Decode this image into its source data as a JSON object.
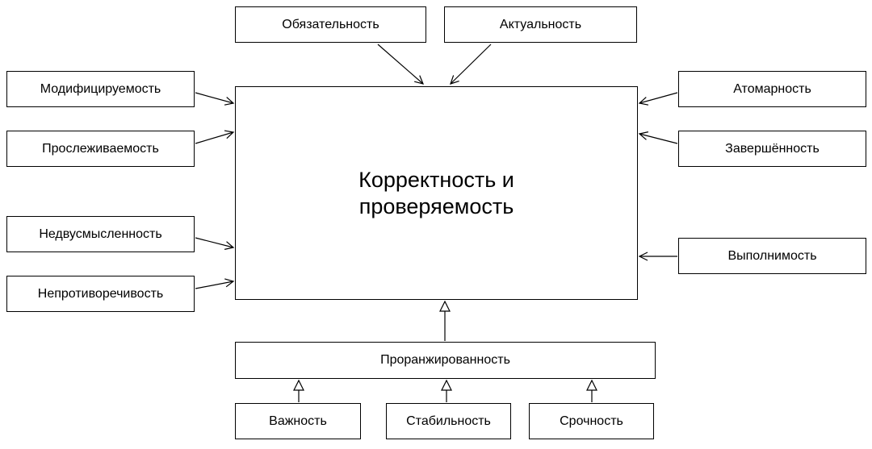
{
  "diagram": {
    "center": {
      "line1": "Корректность и",
      "line2": "проверяемость"
    },
    "nodes": {
      "obligatoriness": "Обязательность",
      "relevance": "Актуальность",
      "modifiability": "Модифицируемость",
      "traceability": "Прослеживаемость",
      "unambiguity": "Недвусмысленность",
      "consistency": "Непротиворечивость",
      "atomicity": "Атомарность",
      "completeness": "Завершённость",
      "feasibility": "Выполнимость",
      "ranked": "Проранжированность",
      "importance": "Важность",
      "stability": "Стабильность",
      "urgency": "Срочность"
    },
    "colors": {
      "stroke": "#000000",
      "fill": "#ffffff"
    }
  }
}
